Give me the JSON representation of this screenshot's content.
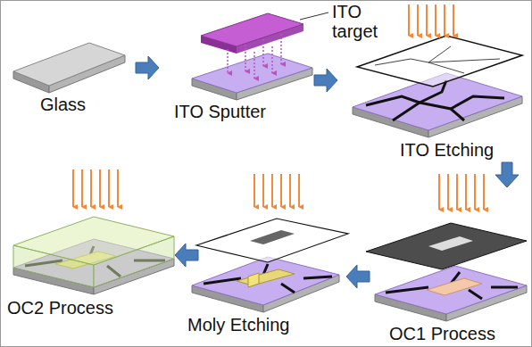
{
  "diagram": {
    "labels": [
      "ITO target",
      "Glass",
      "ITO Sputter",
      "ITO Etching",
      "OC2 Process",
      "Moly Etching",
      "OC1 Process"
    ]
  }
}
